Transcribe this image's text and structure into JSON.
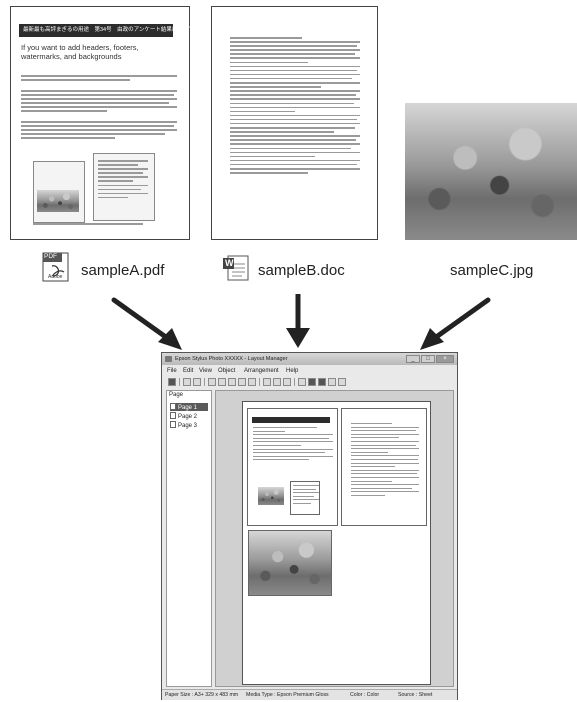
{
  "files": {
    "a": {
      "name": "sampleA.pdf",
      "icon": "pdf-icon",
      "icon_text_top": "PDF",
      "icon_text_bottom": "Adobe"
    },
    "b": {
      "name": "sampleB.doc",
      "icon": "word-doc-icon",
      "icon_letter": "W"
    },
    "c": {
      "name": "sampleC.jpg"
    }
  },
  "doc_a": {
    "banner": "最新最も高評まぎるの用途　第34号　由政のアンケート結果について",
    "heading": "If you want to add headers, footers, watermarks, and backgrounds"
  },
  "window": {
    "title": "Epson Stylus Photo XXXXX - Layout Manager",
    "controls": [
      "_",
      "□",
      "×"
    ],
    "menu": [
      "File",
      "Edit",
      "View",
      "Object",
      "Arrangement",
      "Help"
    ],
    "side_header": "Page",
    "pages": [
      "Page 1",
      "Page 2",
      "Page 3"
    ],
    "status": {
      "paper": "Paper Size : A3+ 329 x 483 mm",
      "media": "Media Type : Epson Premium Gloss",
      "color": "Color : Color",
      "source": "Source : Sheet"
    }
  },
  "colors": {
    "dark": "#2c2c2c",
    "selection": "#5a5a5a"
  }
}
